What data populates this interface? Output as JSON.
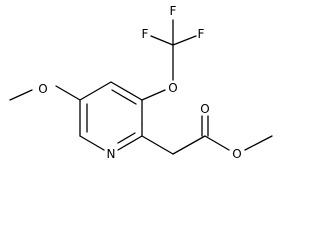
{
  "molecule": {
    "atom_labels": {
      "f1": "F",
      "f2": "F",
      "f3": "F",
      "o_ocf3": "O",
      "o_ome": "O",
      "n_ring": "N",
      "o_carbonyl": "O",
      "o_ester": "O"
    },
    "colors": {
      "bond": "#000000",
      "label": "#000000",
      "background": "#ffffff"
    }
  }
}
